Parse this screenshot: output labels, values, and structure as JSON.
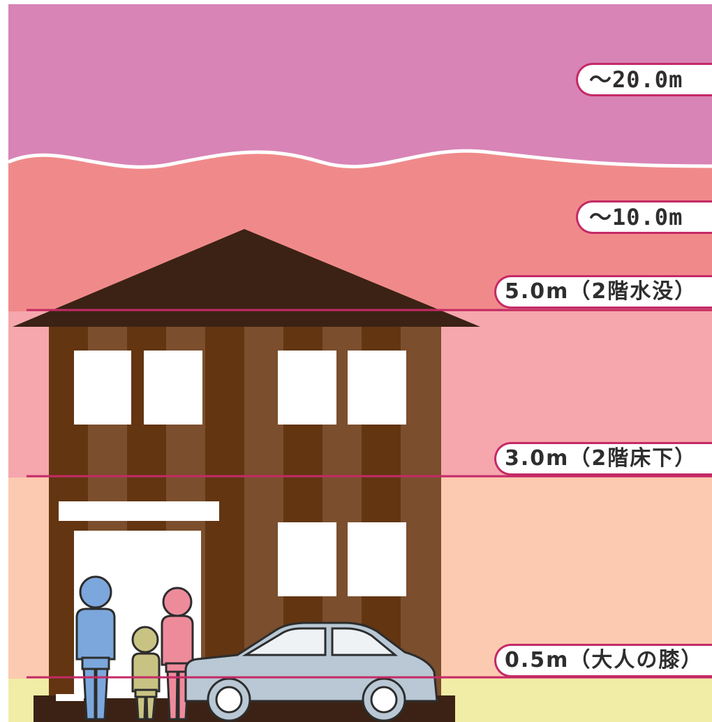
{
  "levels": [
    {
      "id": "level-20",
      "label": "～20.0m",
      "color": "#d884b6"
    },
    {
      "id": "level-10",
      "label": "～10.0m",
      "color": "#f08a8a"
    },
    {
      "id": "level-5",
      "label": "5.0m（2階水没）",
      "color": "#f5a7ad"
    },
    {
      "id": "level-3",
      "label": "3.0m（2階床下）",
      "color": "#fccab0"
    },
    {
      "id": "level-05",
      "label": "0.5m（大人の膝）",
      "color": "#f1eca6"
    }
  ],
  "colors": {
    "line": "#c42a66",
    "roof": "#3b2214",
    "wall_dark": "#633511",
    "wall_light": "#7b4e2d",
    "window": "#ffffff",
    "person_adult_male": "#7ba7dc",
    "person_child": "#c9c383",
    "person_adult_female": "#ee8b9b",
    "car_body": "#b9c8d4"
  },
  "icons": [
    "house-icon",
    "adult-male-icon",
    "child-icon",
    "adult-female-icon",
    "car-icon"
  ]
}
